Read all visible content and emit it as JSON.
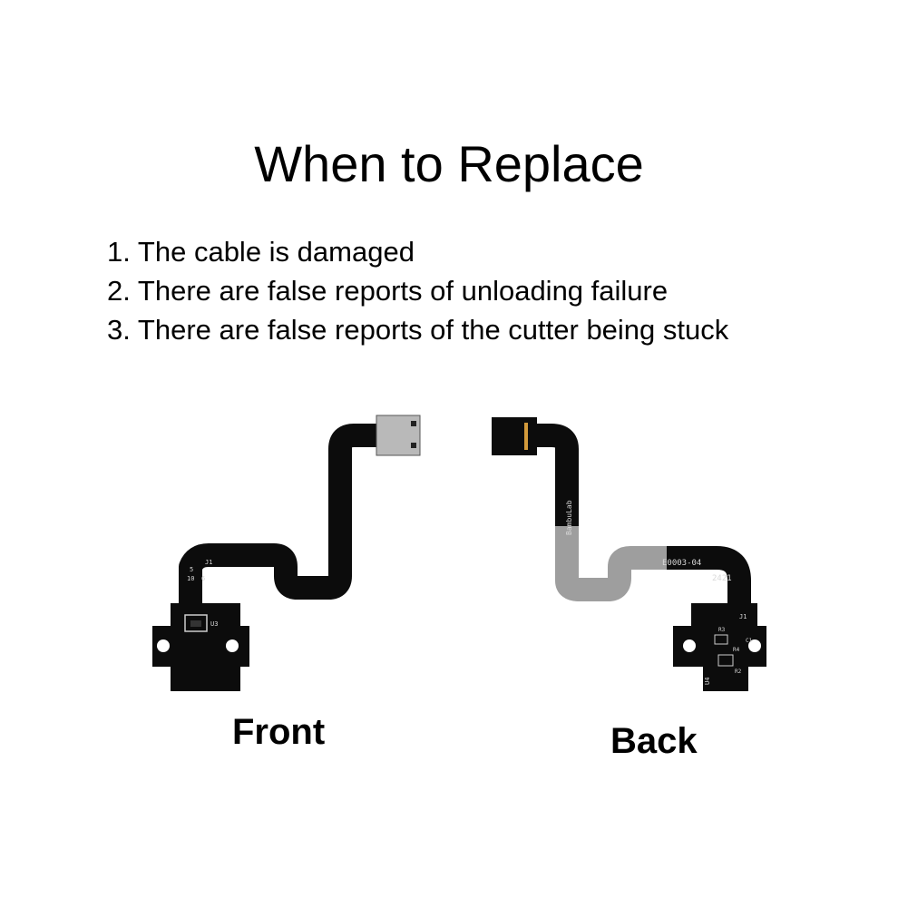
{
  "title": "When to Replace",
  "items": [
    {
      "number": "1.",
      "text": "The cable is damaged"
    },
    {
      "number": "2.",
      "text": "There are false reports of unloading failure"
    },
    {
      "number": "3.",
      "text": "There are false reports of the cutter being stuck"
    }
  ],
  "front": {
    "caption": "Front",
    "silk": [
      "J1",
      "5",
      "10",
      "6",
      "U3"
    ]
  },
  "back": {
    "caption": "Back",
    "silk": [
      "E0003-04",
      "2421",
      "J1",
      "BambuLab",
      "U4",
      "C1",
      "R2",
      "R3",
      "R4"
    ]
  },
  "colors": {
    "pcb": "#0c0c0c",
    "metal": "#b9b9b9",
    "stiffener": "#9e9e9e"
  }
}
